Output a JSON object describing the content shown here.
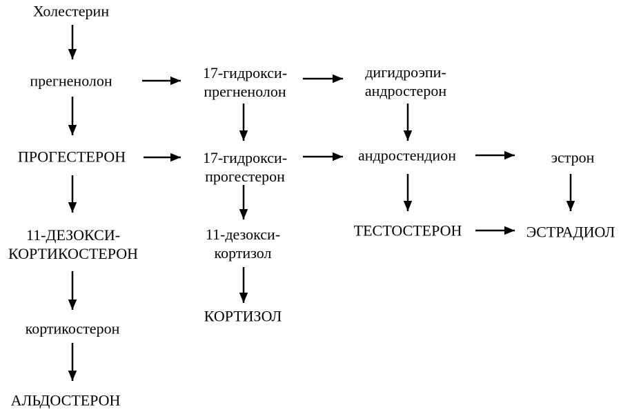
{
  "diagram": {
    "kind": "flowchart",
    "colors": {
      "background": "#ffffff",
      "text": "#000000",
      "arrow": "#000000"
    },
    "nodes": {
      "cholesterol": {
        "label": "Холестерин"
      },
      "pregnenolone": {
        "label": "прегненолон"
      },
      "hydroxypregnenolone": {
        "lines": [
          "17-гидрокси-",
          "прегненолон"
        ]
      },
      "dhea": {
        "lines": [
          "дигидроэпи-",
          "андростерон"
        ]
      },
      "progesterone": {
        "label": "ПРОГЕСТЕРОН"
      },
      "hydroxyprogesterone": {
        "lines": [
          "17-гидрокси-",
          "прогестерон"
        ]
      },
      "androstenedione": {
        "label": "андростендион"
      },
      "estrone": {
        "label": "эстрон"
      },
      "deoxycorticosterone": {
        "lines": [
          "11-ДЕЗОКСИ-",
          "КОРТИКОСТЕРОН"
        ]
      },
      "deoxycortisol": {
        "lines": [
          "11-дезокси-",
          "кортизол"
        ]
      },
      "testosterone": {
        "label": "ТЕСТОСТЕРОН"
      },
      "estradiol": {
        "label": "ЭСТРАДИОЛ"
      },
      "corticosterone": {
        "label": "кортикостерон"
      },
      "cortisol": {
        "label": "КОРТИЗОЛ"
      },
      "aldosterone": {
        "label": "АЛЬДОСТЕРОН"
      }
    },
    "edges": [
      {
        "from": "cholesterol",
        "to": "pregnenolone"
      },
      {
        "from": "pregnenolone",
        "to": "hydroxypregnenolone"
      },
      {
        "from": "pregnenolone",
        "to": "progesterone"
      },
      {
        "from": "hydroxypregnenolone",
        "to": "dhea"
      },
      {
        "from": "hydroxypregnenolone",
        "to": "hydroxyprogesterone"
      },
      {
        "from": "progesterone",
        "to": "hydroxyprogesterone"
      },
      {
        "from": "progesterone",
        "to": "deoxycorticosterone"
      },
      {
        "from": "hydroxyprogesterone",
        "to": "androstenedione"
      },
      {
        "from": "hydroxyprogesterone",
        "to": "deoxycortisol"
      },
      {
        "from": "dhea",
        "to": "androstenedione"
      },
      {
        "from": "androstenedione",
        "to": "estrone"
      },
      {
        "from": "androstenedione",
        "to": "testosterone"
      },
      {
        "from": "deoxycorticosterone",
        "to": "corticosterone"
      },
      {
        "from": "corticosterone",
        "to": "aldosterone"
      },
      {
        "from": "deoxycortisol",
        "to": "cortisol"
      },
      {
        "from": "testosterone",
        "to": "estradiol"
      },
      {
        "from": "estrone",
        "to": "estradiol"
      }
    ]
  }
}
